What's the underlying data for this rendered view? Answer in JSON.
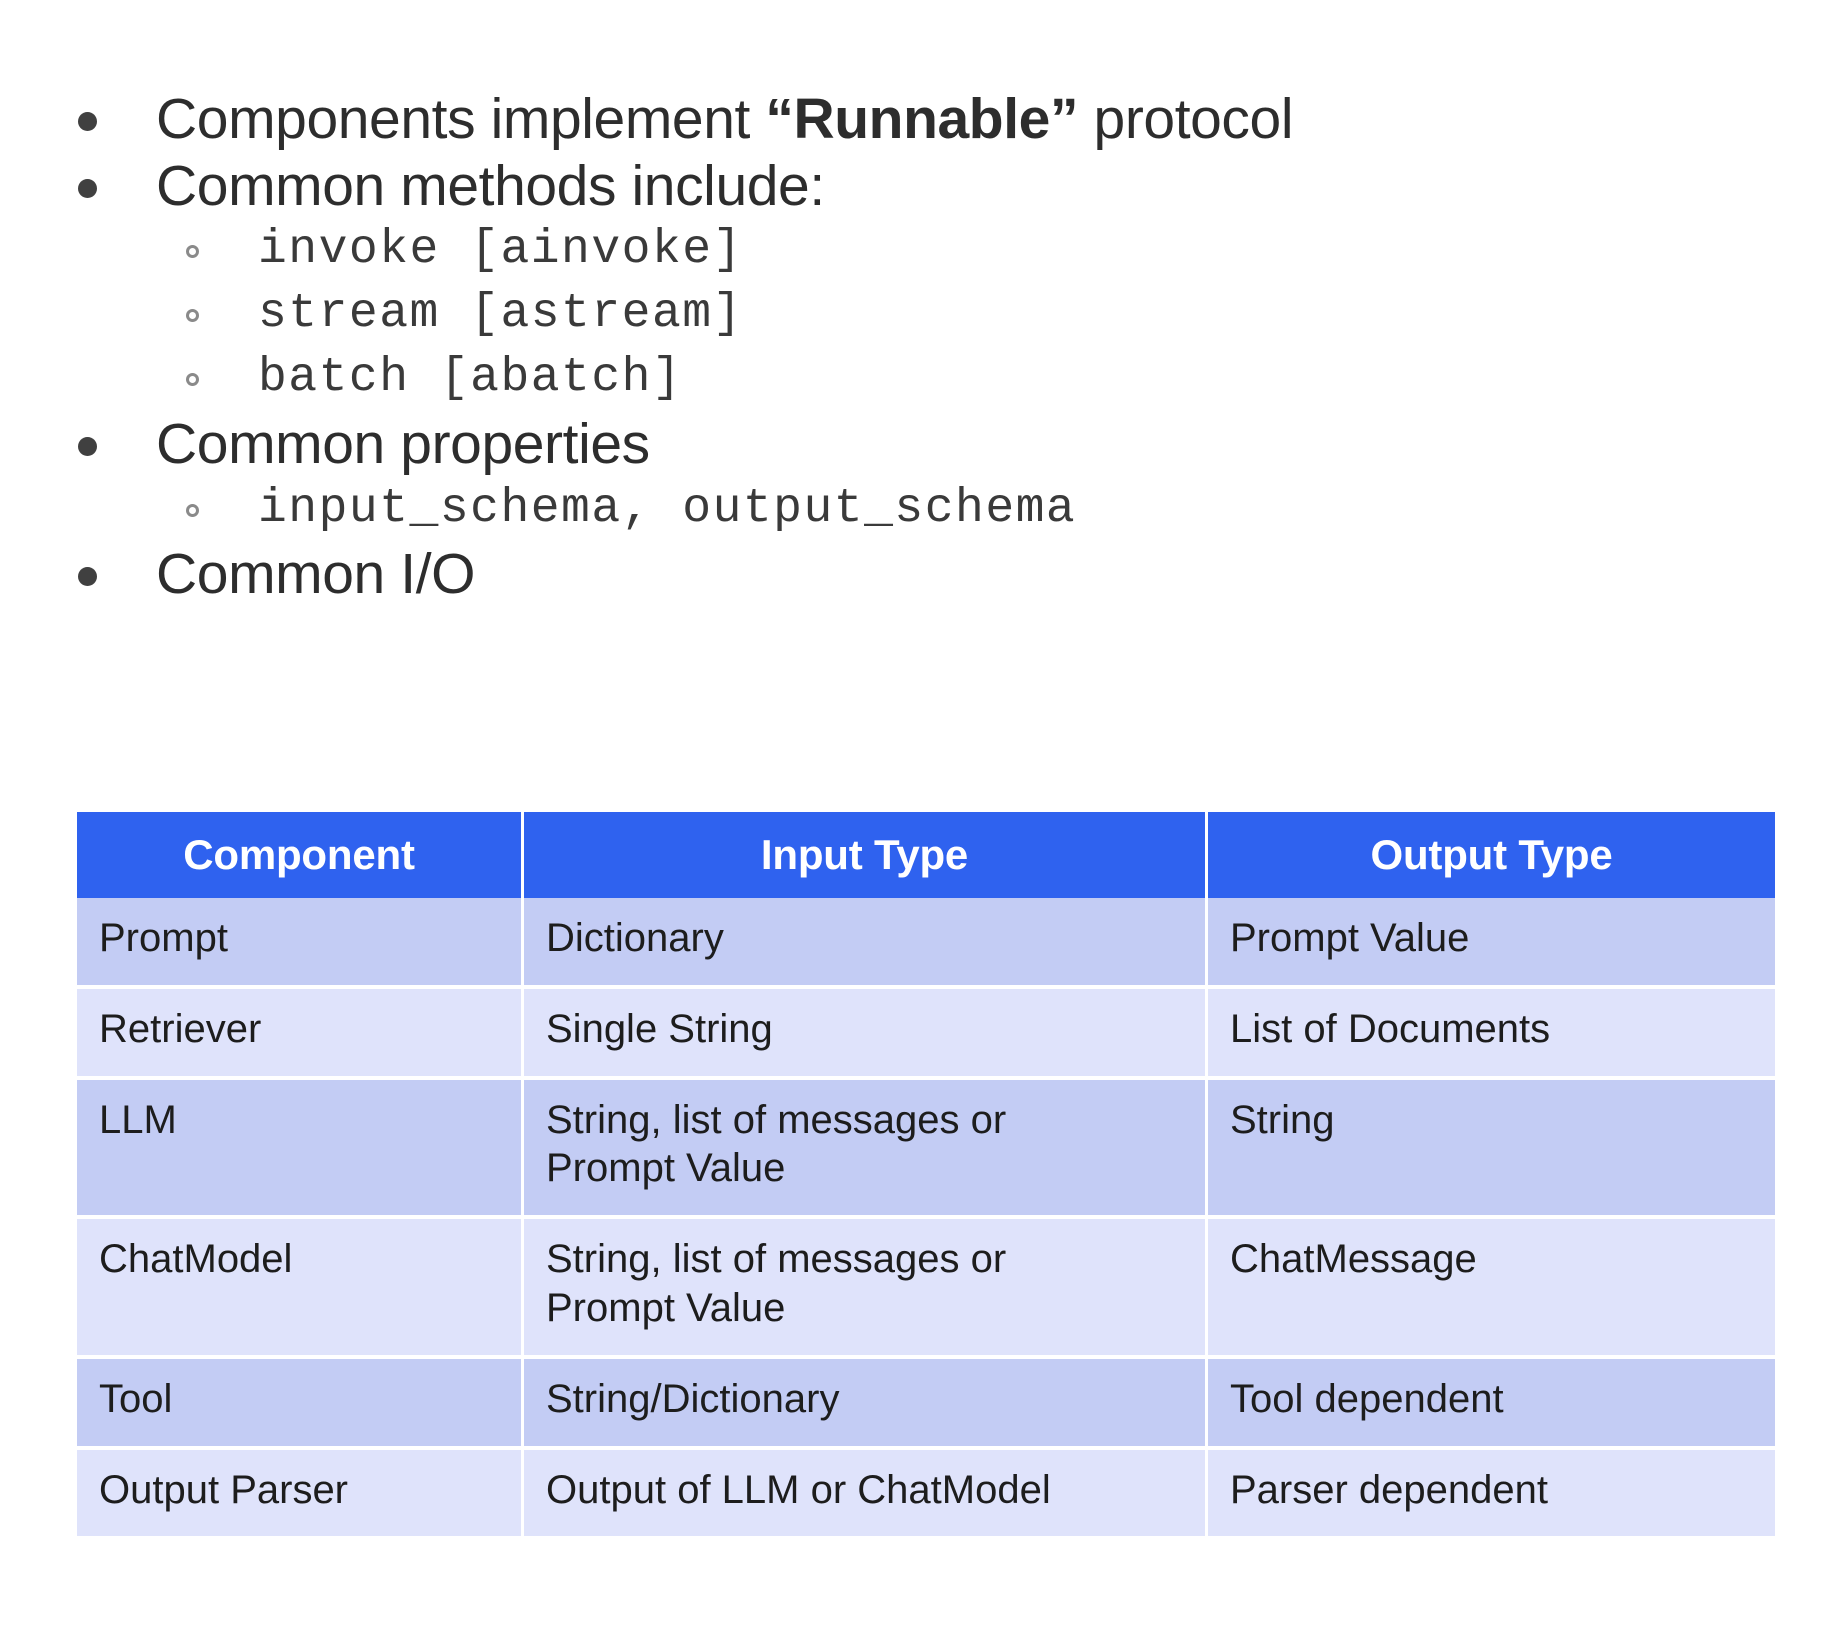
{
  "slide": {
    "bullets": [
      {
        "level": 1,
        "name": "bullet-components-runnable",
        "parts": [
          {
            "text": "Components implement ",
            "bold": false
          },
          {
            "text": "“Runnable”",
            "bold": true
          },
          {
            "text": " protocol",
            "bold": false
          }
        ],
        "plain": "Components implement “Runnable” protocol"
      },
      {
        "level": 1,
        "name": "bullet-common-methods",
        "plain": "Common methods include:"
      },
      {
        "level": 2,
        "name": "bullet-invoke",
        "plain": "invoke [ainvoke]"
      },
      {
        "level": 2,
        "name": "bullet-stream",
        "plain": "stream [astream]"
      },
      {
        "level": 2,
        "name": "bullet-batch",
        "plain": "batch [abatch]"
      },
      {
        "level": 1,
        "name": "bullet-common-properties",
        "plain": "Common properties"
      },
      {
        "level": 2,
        "name": "bullet-schemas",
        "plain": "input_schema, output_schema"
      },
      {
        "level": 1,
        "name": "bullet-common-io",
        "plain": "Common I/O"
      }
    ],
    "bullet_text": {
      "components_prefix": "Components implement ",
      "components_runnable": "“Runnable”",
      "components_suffix": " protocol",
      "common_methods": "Common methods include:",
      "invoke": "invoke [ainvoke]",
      "stream": "stream [astream]",
      "batch": "batch [abatch]",
      "common_properties": "Common properties",
      "schemas": "input_schema, output_schema",
      "common_io": "Common I/O"
    }
  },
  "table": {
    "name": "component-io-table",
    "headers": [
      "Component",
      "Input Type",
      "Output Type"
    ],
    "rows": [
      {
        "component": "Prompt",
        "input_line1": "Dictionary",
        "input_line2": "",
        "output": "Prompt Value"
      },
      {
        "component": "Retriever",
        "input_line1": "Single String",
        "input_line2": "",
        "output": "List of Documents"
      },
      {
        "component": "LLM",
        "input_line1": "String, list of messages or",
        "input_line2": "Prompt Value",
        "output": "String"
      },
      {
        "component": "ChatModel",
        "input_line1": "String, list of messages or",
        "input_line2": "Prompt Value",
        "output": "ChatMessage"
      },
      {
        "component": "Tool",
        "input_line1": "String/Dictionary",
        "input_line2": "",
        "output": "Tool dependent"
      },
      {
        "component": "Output Parser",
        "input_line1": "Output of LLM or ChatModel",
        "input_line2": "",
        "output": "Parser dependent"
      }
    ]
  },
  "colors": {
    "header_blue": "#2f62ef",
    "row_dark": "#c3ccf4",
    "row_light": "#dfe3fb",
    "text_dark": "#1d1d1d",
    "bullet_text": "#2d2d2d",
    "page_background": "#ffffff"
  }
}
